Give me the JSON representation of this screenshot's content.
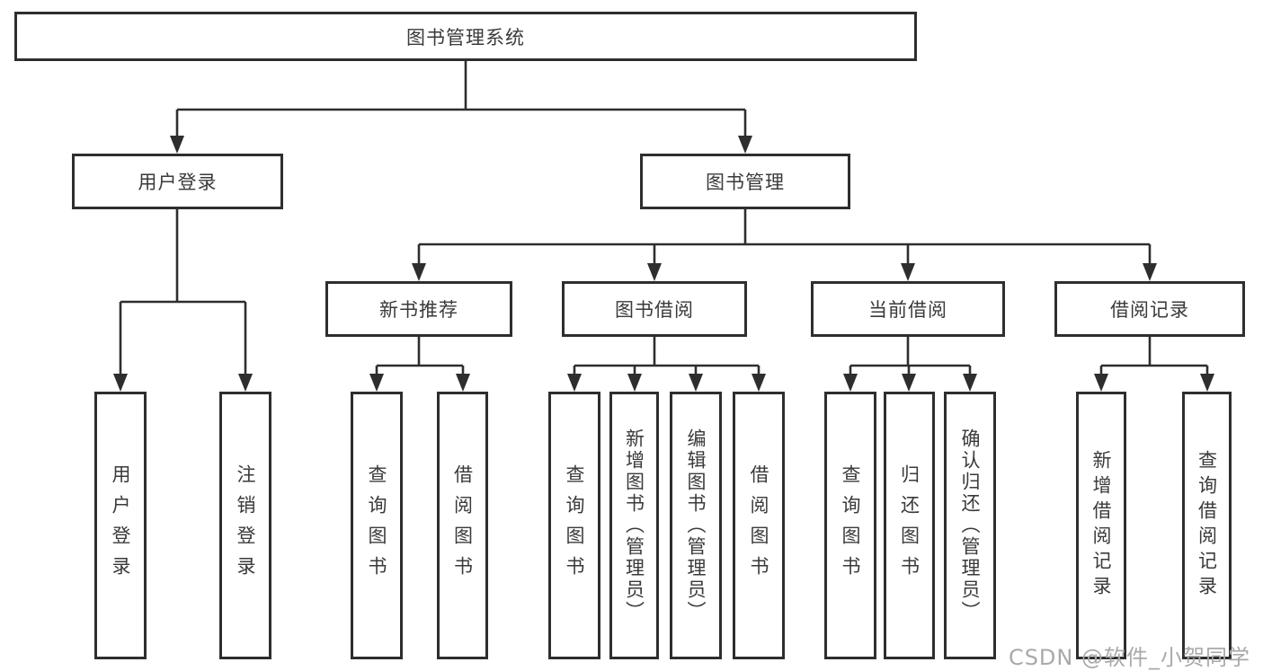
{
  "diagram": {
    "title": "图书管理系统",
    "root": {
      "label": "图书管理系统"
    },
    "branches": [
      {
        "label": "用户登录",
        "children": [
          {
            "label": "用户登录"
          },
          {
            "label": "注销登录"
          }
        ]
      },
      {
        "label": "图书管理",
        "children": [
          {
            "label": "新书推荐",
            "children": [
              {
                "label": "查询图书"
              },
              {
                "label": "借阅图书"
              }
            ]
          },
          {
            "label": "图书借阅",
            "children": [
              {
                "label": "查询图书"
              },
              {
                "label": "新增图书（管理员）"
              },
              {
                "label": "编辑图书（管理员）"
              },
              {
                "label": "借阅图书"
              }
            ]
          },
          {
            "label": "当前借阅",
            "children": [
              {
                "label": "查询图书"
              },
              {
                "label": "归还图书"
              },
              {
                "label": "确认归还（管理员）"
              }
            ]
          },
          {
            "label": "借阅记录",
            "children": [
              {
                "label": "新增借阅记录"
              },
              {
                "label": "查询借阅记录"
              }
            ]
          }
        ]
      }
    ],
    "line_color": "#2e2e2e"
  },
  "watermark": {
    "text": "CSDN @软件_小贺同学",
    "color": "#a9a9a9"
  }
}
